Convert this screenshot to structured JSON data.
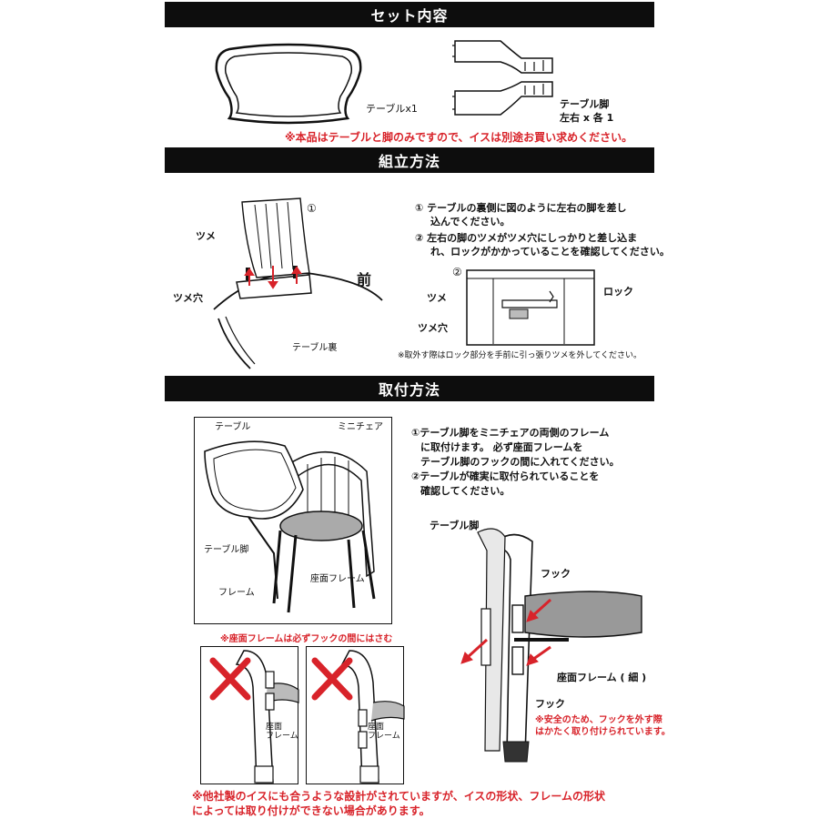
{
  "section1": {
    "title": "セット内容",
    "table_label": "テーブルx1",
    "legs_label_1": "テーブル脚",
    "legs_label_2": "左右 x 各 1",
    "note": "※本品はテーブルと脚のみですので、イスは別途お買い求めください。"
  },
  "section2": {
    "title": "組立方法",
    "step_mark_1": "①",
    "step_mark_2": "②",
    "label_tsume": "ツメ",
    "label_tsume_ana": "ツメ穴",
    "label_front": "前",
    "label_table_back": "テーブル裏",
    "label_lock": "ロック",
    "instruction_1a": "① テーブルの裏側に図のように左右の脚を差し",
    "instruction_1b": "込んでください。",
    "instruction_2a": "② 左右の脚のツメがツメ穴にしっかりと差し込ま",
    "instruction_2b": "れ、ロックがかかっていることを確認してください。",
    "note": "※取外す際はロック部分を手前に引っ張りツメを外してください。"
  },
  "section3": {
    "title": "取付方法",
    "label_table": "テーブル",
    "label_mini_chair": "ミニチェア",
    "label_table_leg": "テーブル脚",
    "label_seat_frame": "座面フレーム",
    "label_frame": "フレーム",
    "instruction_1a": "①テーブル脚をミニチェアの両側のフレーム",
    "instruction_1b": "に取付けます。 必ず座面フレームを",
    "instruction_1c": "テーブル脚のフックの間に入れてください。",
    "instruction_2a": "②テーブルが確実に取付られていることを",
    "instruction_2b": "確認してください。",
    "note_hook": "※座面フレームは必ずフックの間にはさむ",
    "wrong_label_a": "座面",
    "wrong_label_b": "フレーム",
    "detail_table_leg": "テーブル脚",
    "detail_hook_top": "フック",
    "detail_seat_frame": "座面フレーム ( 細 )",
    "detail_hook_bottom": "フック",
    "safety_note_1": "※安全のため、フックを外す際",
    "safety_note_2": "はかたく取り付けられています。",
    "footer_1": "※他社製のイスにも合うような設計がされていますが、イスの形状、フレームの形状",
    "footer_2": "によっては取り付けができない場合があります。"
  }
}
